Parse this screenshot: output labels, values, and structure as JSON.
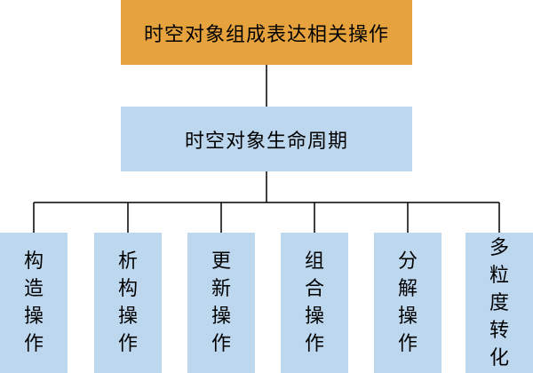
{
  "diagram": {
    "root": {
      "label": "时空对象组成表达相关操作"
    },
    "middle": {
      "label": "时空对象生命周期"
    },
    "leaves": [
      {
        "label": "构造操作"
      },
      {
        "label": "析构操作"
      },
      {
        "label": "更新操作"
      },
      {
        "label": "组合操作"
      },
      {
        "label": "分解操作"
      },
      {
        "label": "多粒度转化"
      }
    ]
  },
  "colors": {
    "root_fill": "#E6A23C",
    "node_fill": "#BDD7EE",
    "line": "#000000"
  }
}
